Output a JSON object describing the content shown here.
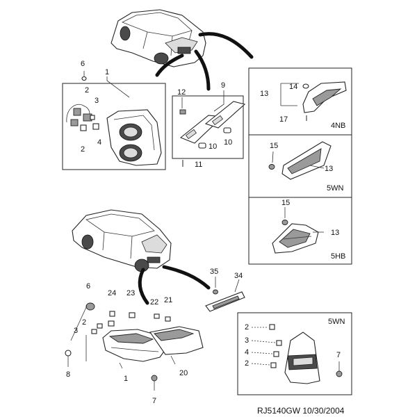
{
  "part_numbers": {
    "p1_top": "1",
    "p2_top_a": "2",
    "p2_top_b": "2",
    "p3_top": "3",
    "p4_top": "4",
    "p6_top": "6",
    "p9": "9",
    "p10_a": "10",
    "p10_b": "10",
    "p11": "11",
    "p12": "12",
    "p13_4nb": "13",
    "p14": "14",
    "p17": "17",
    "p15_5wn": "15",
    "p13_5wn": "13",
    "p15_5hb": "15",
    "p13_5hb": "13",
    "p35": "35",
    "p34": "34",
    "p6_bot": "6",
    "p24": "24",
    "p23": "23",
    "p22": "22",
    "p21": "21",
    "p2_bot": "2",
    "p3_bot": "3",
    "p8": "8",
    "p1_bot": "1",
    "p20": "20",
    "p7_bot": "7",
    "inset_2a": "2",
    "inset_3": "3",
    "inset_4": "4",
    "inset_2b": "2",
    "inset_7": "7"
  },
  "variants": {
    "nb4": "4NB",
    "wn5_top": "5WN",
    "hb5": "5HB",
    "wn5_inset": "5WN"
  },
  "reference": "RJ5140GW  10/30/2004"
}
